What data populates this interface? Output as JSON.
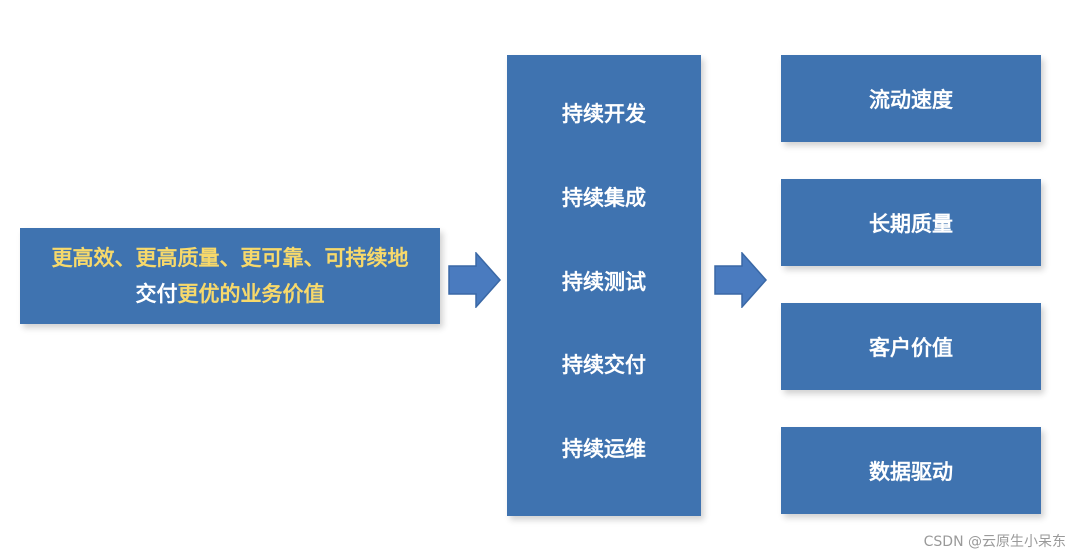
{
  "goal": {
    "line1": "更高效、更高质量、更可靠、可持续地",
    "line2_prefix": "交付",
    "line2_highlight": "更优的业务价值"
  },
  "practices": [
    "持续开发",
    "持续集成",
    "持续测试",
    "持续交付",
    "持续运维"
  ],
  "outcomes": [
    "流动速度",
    "长期质量",
    "客户价值",
    "数据驱动"
  ],
  "watermark": "CSDN @云原生小呆东",
  "colors": {
    "box": "#3f73b0",
    "highlight_text": "#f7d96b",
    "arrow_fill": "#4a7bbf"
  }
}
